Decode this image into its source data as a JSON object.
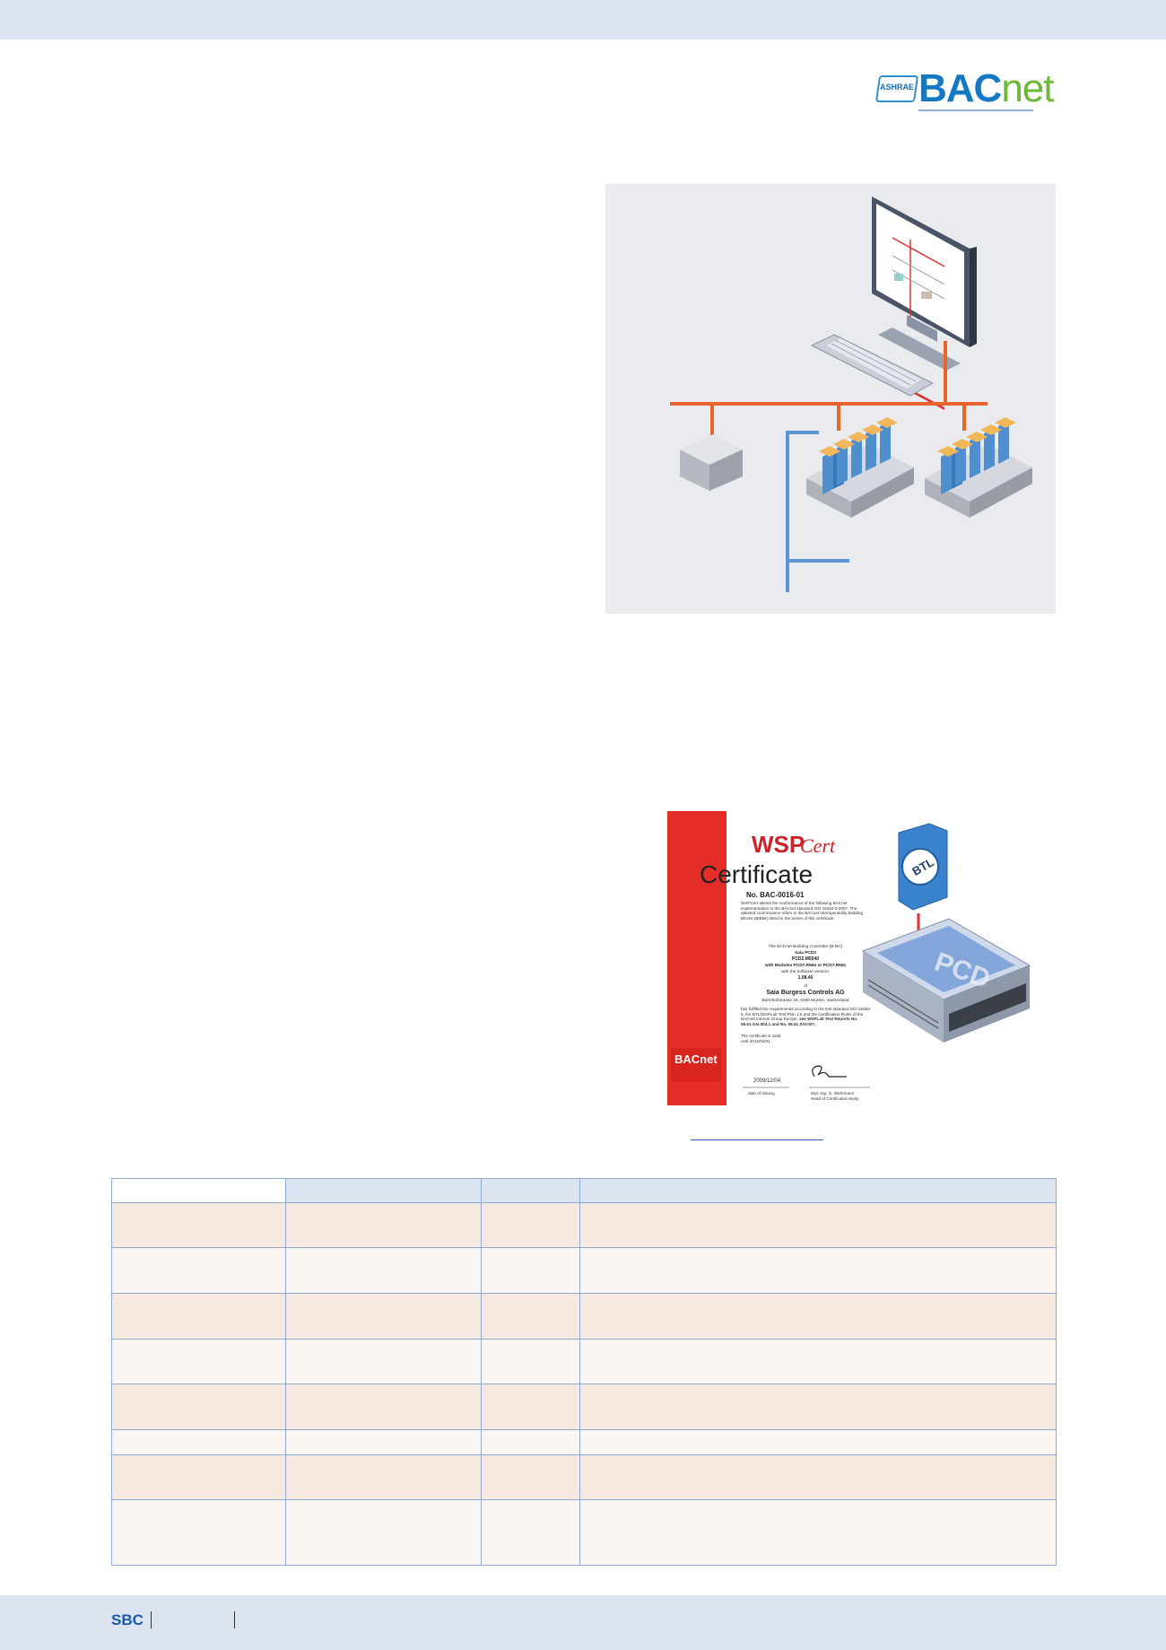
{
  "header": {
    "logo": {
      "badge": "ASHRAE",
      "word_bac": "BAC",
      "word_net": "net"
    }
  },
  "network_figure": {
    "icons": [
      "workstation-monitor-icon",
      "keyboard-icon",
      "server-box-icon",
      "pcd-controller-icon",
      "pcd-controller-icon"
    ],
    "colors": {
      "bacnet_ip_bus": "#e8642c",
      "field_bus": "#5b95d6",
      "background": "#e9ebef"
    }
  },
  "certificate_figure": {
    "brand_w": "WSP",
    "brand_cert": "Cert",
    "title": "Certificate",
    "number": "No. BAC-0016-01",
    "intro": "WSPCert attests the conformance of the following BACnet implementation to the BACnet standard ISO 16484-5:2007. The attested conformance refers to the BACnet Interoperability Building Blocks (BIBBs) listed in the annex of this certificate.",
    "device_type": "The BACnet Building Controller (B-BC)",
    "product_1": "Saia PCD2",
    "product_2": "PCD2.M5540",
    "product_3": "with Modules PCD7.R560 or PCD7.R561",
    "sw_label": "with the software version:",
    "sw_version": "1.08.40",
    "of": "of",
    "company": "Saia Burgess Controls AG",
    "address": "Bahnhofstrasse 18, 3280 Murten, Switzerland",
    "body_1": "has fulfilled the requirements according to the test standard ISO 16484-6, the BTL/WSPLab Test Plan 1.0 and the Certification Rules of the BACnet Interest Group Europe,",
    "body_2": "see WSPLab Test Reports No. 08.61.SAI.004.1 and No. 08.61.SAI.007.",
    "validity_1": "The certificate is valid",
    "validity_2": "until 2012/04/01",
    "issue_date": "2009/12/04",
    "issue_label": "date of issuing",
    "signer": "Dipl.-Ing. G. Wehrmann",
    "signer_role": "Head of Certification Body",
    "badge_text": "BACnet",
    "btl_text": "BTL",
    "pcd_text": "PCD"
  },
  "footer": {
    "brand": "SBC"
  },
  "spec_table": {
    "row_count": 8,
    "column_count": 4
  }
}
